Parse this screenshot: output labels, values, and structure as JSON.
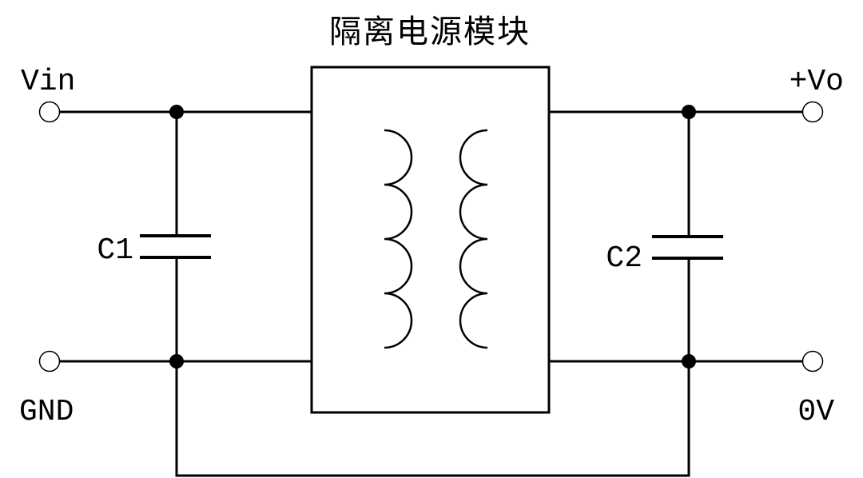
{
  "title": "隔离电源模块",
  "terminals": {
    "vin": "Vin",
    "gnd": "GND",
    "vout": "+Vo",
    "zero_v": "0V"
  },
  "capacitors": {
    "c1": "C1",
    "c2": "C2"
  },
  "transformer": {
    "primary_turns": 4,
    "secondary_turns": 4
  }
}
